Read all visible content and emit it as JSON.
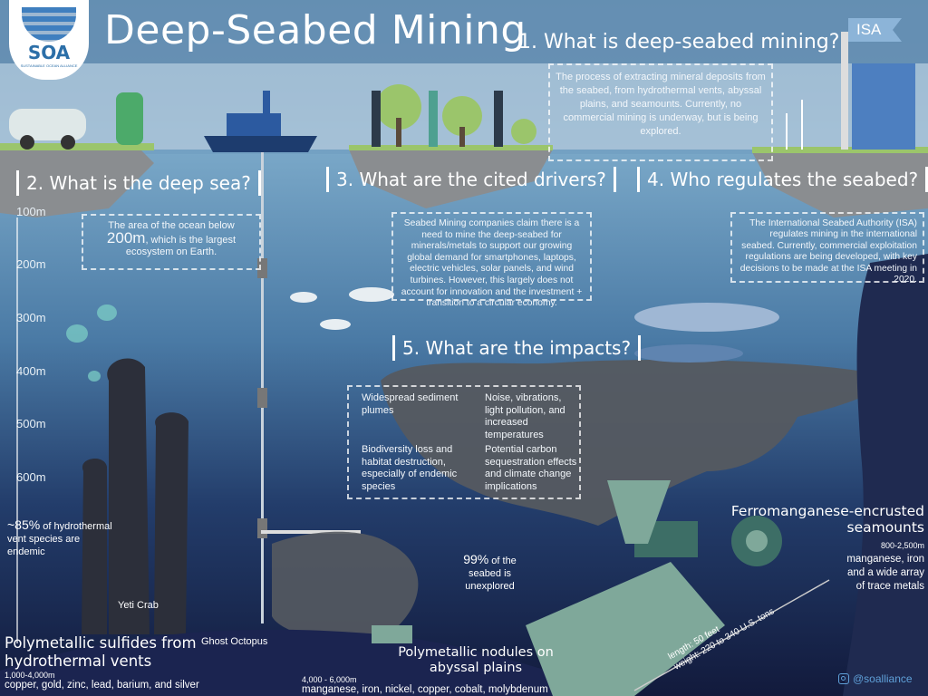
{
  "title": "Deep-Seabed Mining",
  "logo": {
    "text": "SOA",
    "subtitle": "SUSTAINABLE OCEAN ALLIANCE"
  },
  "flag_label": "ISA",
  "sections": {
    "s1": {
      "heading": "1. What is deep-seabed mining?",
      "text": "The process of extracting mineral deposits from the seabed, from hydrothermal vents, abyssal plains, and seamounts. Currently, no commercial mining is underway, but is being explored."
    },
    "s2": {
      "heading": "2. What is the deep sea?",
      "text_pre": "The area of the ocean below",
      "highlight": "200m",
      "text_post": ", which is the largest ecosystem on Earth."
    },
    "s3": {
      "heading": "3. What are the cited drivers?",
      "text": "Seabed Mining companies claim there is a need to mine the deep-seabed for minerals/metals to support our growing global demand for smartphones, laptops, electric vehicles, solar panels, and wind turbines. However, this largely does not account for innovation and the investment + transition to a circular economy."
    },
    "s4": {
      "heading": "4. Who regulates the seabed?",
      "text": "The International Seabed Authority (ISA) regulates mining in the international seabed. Currently, commercial exploitation regulations are being developed, with key decisions to be made at the ISA meeting in 2020."
    },
    "s5": {
      "heading": "5. What are the impacts?",
      "impacts": [
        "Widespread sediment plumes",
        "Noise, vibrations, light pollution, and increased temperatures",
        "Biodiversity loss and habitat destruction, especially of endemic species",
        "Potential carbon sequestration effects and climate change implications"
      ]
    }
  },
  "depths": [
    "100m",
    "200m",
    "300m",
    "400m",
    "500m",
    "600m"
  ],
  "endemic": {
    "value": "~85%",
    "text": "of hydrothermal vent species are endemic"
  },
  "labels": {
    "yeti_crab": "Yeti Crab",
    "ghost_octopus": "Ghost Octopus"
  },
  "unexplored": {
    "value": "99%",
    "text": "of the seabed is unexplored"
  },
  "deposits": {
    "sulfides": {
      "title": "Polymetallic sulfides from hydrothermal vents",
      "depth": "1,000-4,000m",
      "metals": "copper, gold, zinc, lead, barium, and silver"
    },
    "nodules": {
      "title": "Polymetallic nodules on abyssal plains",
      "depth": "4,000 - 6,000m",
      "metals": "manganese, iron, nickel, copper, cobalt, molybdenum"
    },
    "seamounts": {
      "title": "Ferromanganese-encrusted seamounts",
      "depth": "800-2,500m",
      "metals": "manganese, iron and a wide array of trace metals"
    }
  },
  "machine": {
    "length": "length: 50 feet",
    "weight": "weight: 220 to 340 U.S. tons"
  },
  "social": {
    "icon": "instagram-icon",
    "handle": "@soalliance"
  },
  "colors": {
    "sky": "#e9eef2",
    "water_top": "#6a9cc0",
    "water_bottom": "#141c40",
    "machine": "#3d6e66",
    "land": "#8a8d90"
  }
}
